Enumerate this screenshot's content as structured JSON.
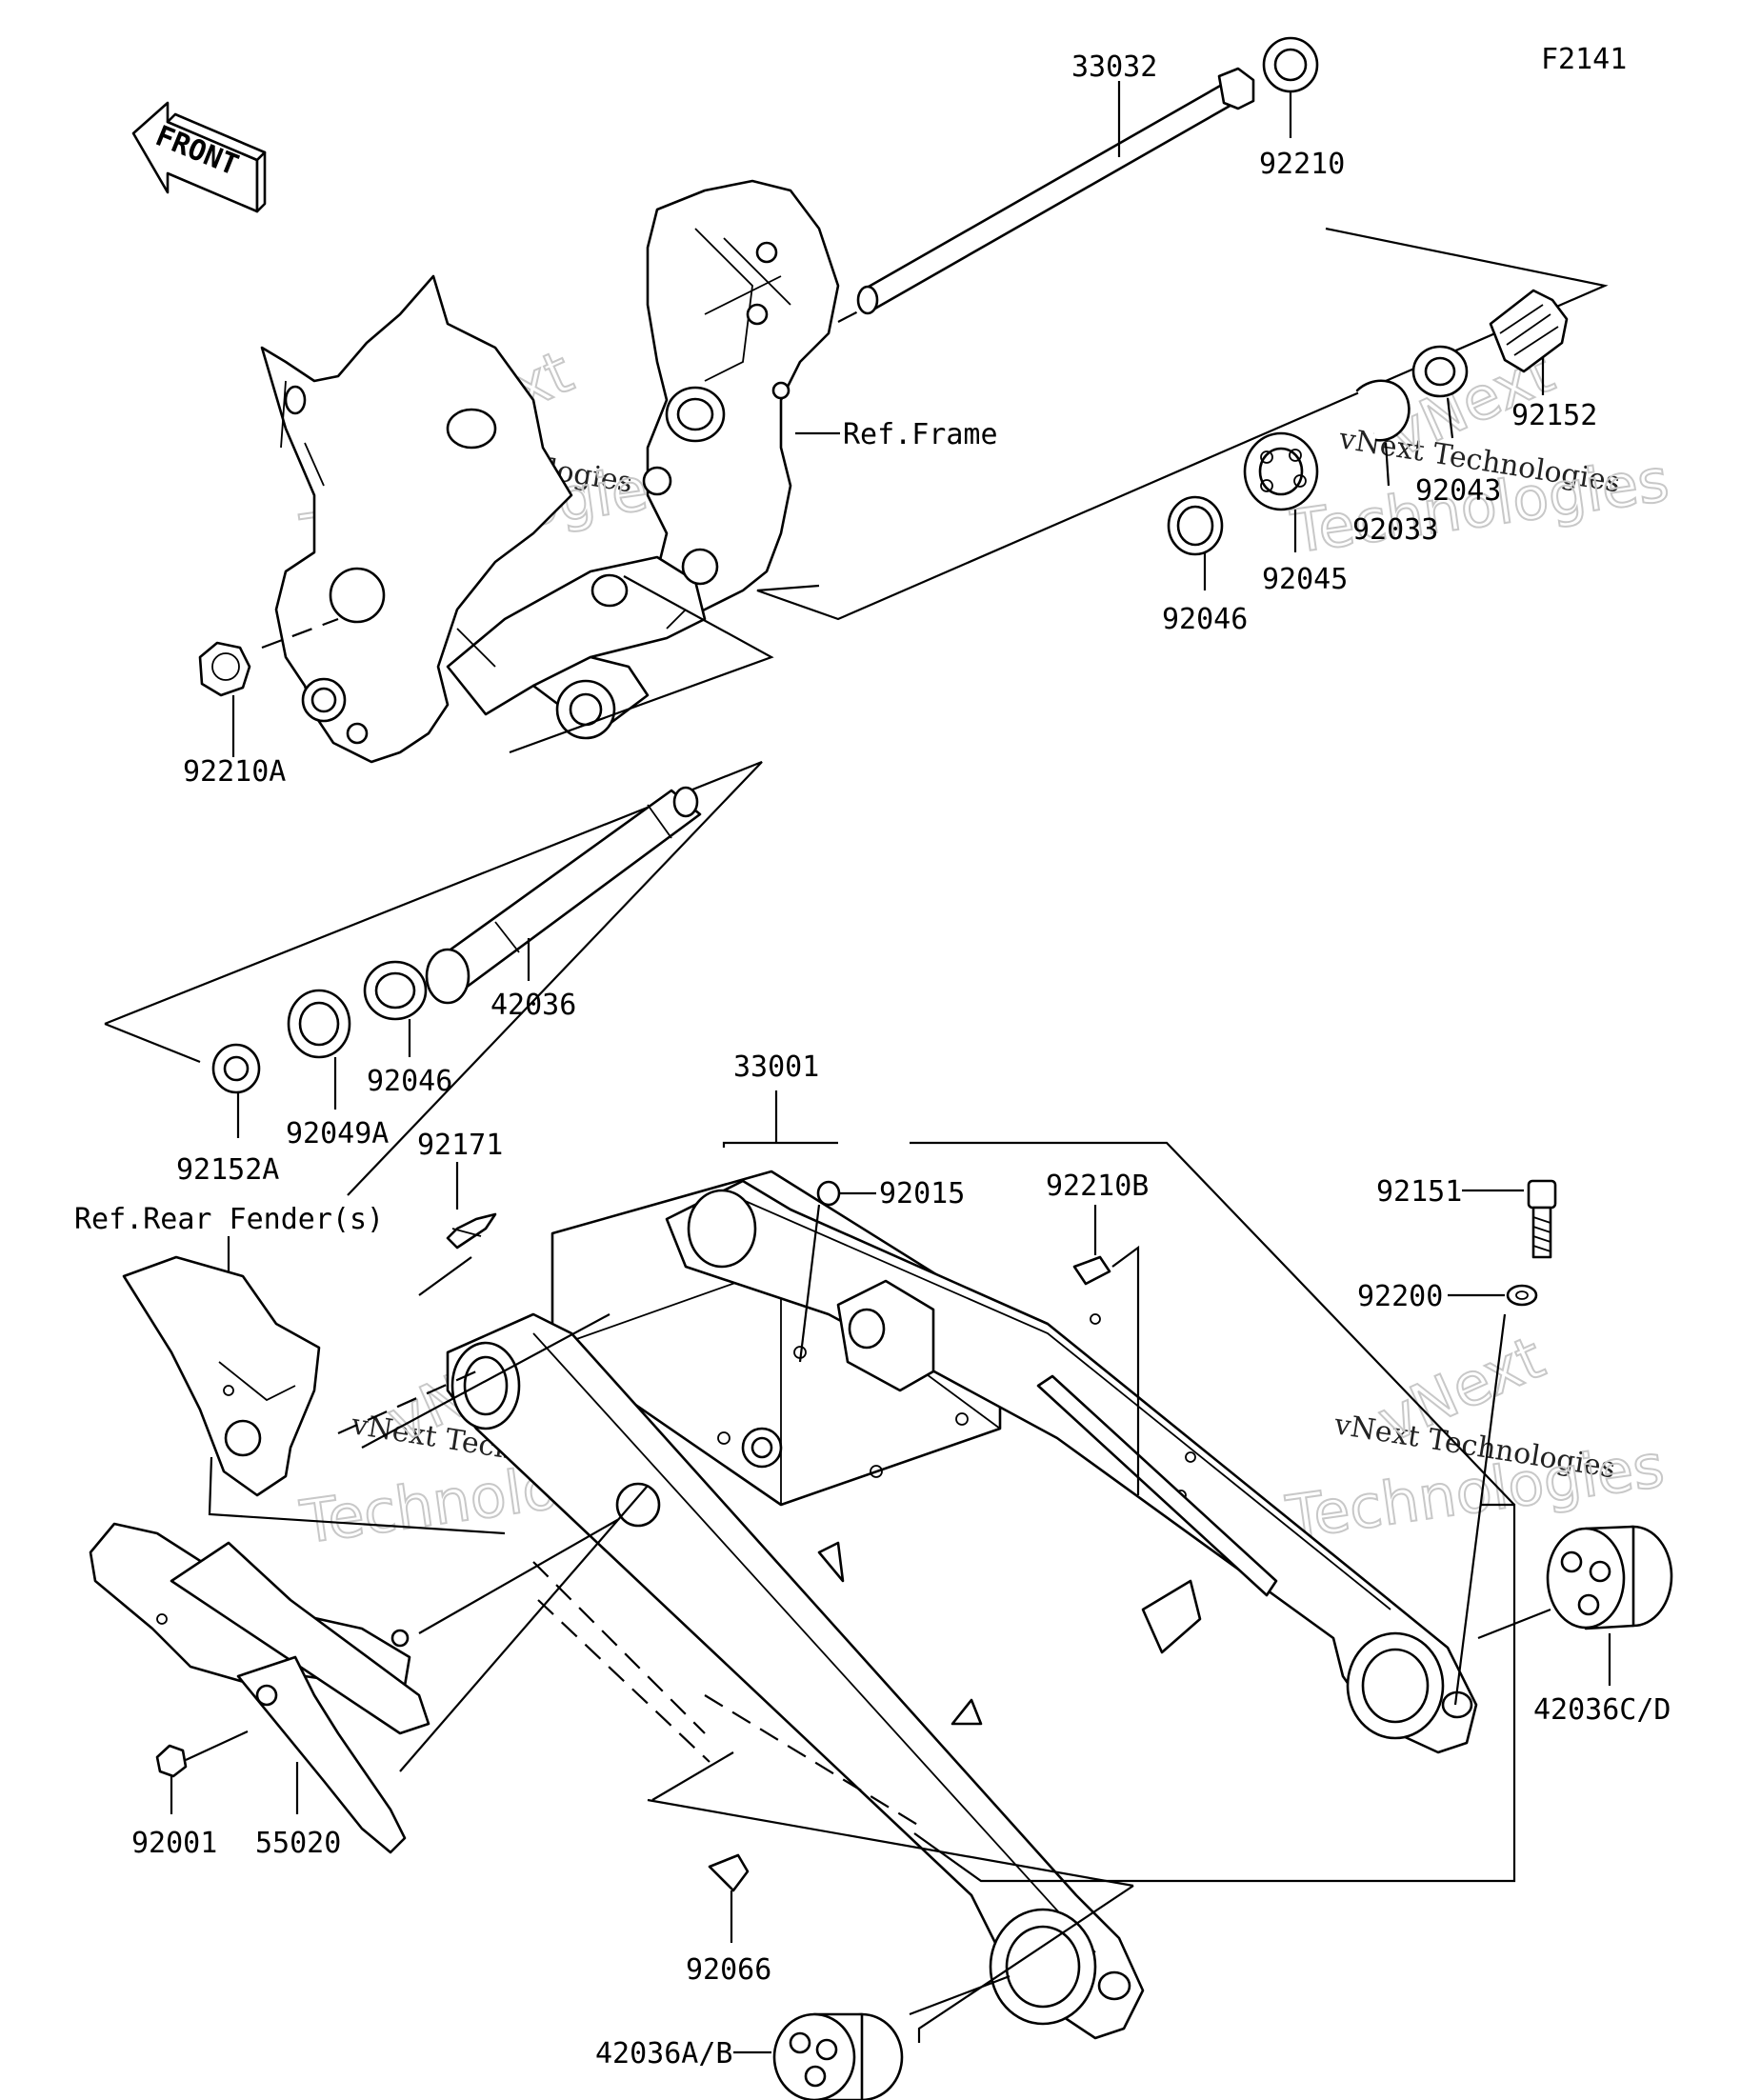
{
  "figure_code": "F2141",
  "front_arrow": "FRONT",
  "references": {
    "frame": "Ref.Frame",
    "rear_fender": "Ref.Rear Fender(s)"
  },
  "watermark": {
    "line1": "vNext Technologies",
    "line2a": "vNext",
    "line2b": "Technologies"
  },
  "parts": {
    "p33032": "33032",
    "p92210": "92210",
    "p92152": "92152",
    "p92043": "92043",
    "p92033": "92033",
    "p92045": "92045",
    "p92046_top": "92046",
    "p92210A": "92210A",
    "p42036": "42036",
    "p92046_mid": "92046",
    "p92152A": "92152A",
    "p92049A": "92049A",
    "p33001": "33001",
    "p92171": "92171",
    "p92015": "92015",
    "p92210B": "92210B",
    "p92151": "92151",
    "p92200": "92200",
    "p42036CD": "42036C/D",
    "p92001": "92001",
    "p55020": "55020",
    "p92066": "92066",
    "p42036AB": "42036A/B"
  }
}
